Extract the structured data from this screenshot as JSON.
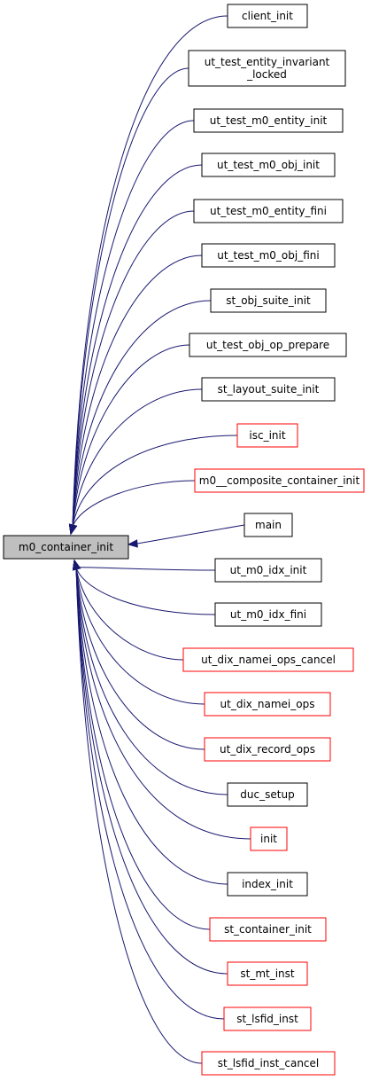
{
  "graph": {
    "colors": {
      "edge": "#191970",
      "root_fill": "#bfbfbf",
      "root_border": "#000000",
      "node_border_black": "#000000",
      "node_border_red": "#ff0000",
      "node_fill": "#ffffff"
    },
    "root": {
      "label": "m0_container_init"
    },
    "callers": [
      {
        "id": "client-init",
        "label": "client_init",
        "border": "black"
      },
      {
        "id": "ut-test-entity-invariant-locked",
        "label": "ut_test_entity_invariant\n_locked",
        "border": "black"
      },
      {
        "id": "ut-test-m0-entity-init",
        "label": "ut_test_m0_entity_init",
        "border": "black"
      },
      {
        "id": "ut-test-m0-obj-init",
        "label": "ut_test_m0_obj_init",
        "border": "black"
      },
      {
        "id": "ut-test-m0-entity-fini",
        "label": "ut_test_m0_entity_fini",
        "border": "black"
      },
      {
        "id": "ut-test-m0-obj-fini",
        "label": "ut_test_m0_obj_fini",
        "border": "black"
      },
      {
        "id": "st-obj-suite-init",
        "label": "st_obj_suite_init",
        "border": "black"
      },
      {
        "id": "ut-test-obj-op-prepare",
        "label": "ut_test_obj_op_prepare",
        "border": "black"
      },
      {
        "id": "st-layout-suite-init",
        "label": "st_layout_suite_init",
        "border": "black"
      },
      {
        "id": "isc-init",
        "label": "isc_init",
        "border": "red"
      },
      {
        "id": "m0-composite-container-init",
        "label": "m0__composite_container_init",
        "border": "red"
      },
      {
        "id": "main",
        "label": "main",
        "border": "black"
      },
      {
        "id": "ut-m0-idx-init",
        "label": "ut_m0_idx_init",
        "border": "black"
      },
      {
        "id": "ut-m0-idx-fini",
        "label": "ut_m0_idx_fini",
        "border": "black"
      },
      {
        "id": "ut-dix-namei-ops-cancel",
        "label": "ut_dix_namei_ops_cancel",
        "border": "red"
      },
      {
        "id": "ut-dix-namei-ops",
        "label": "ut_dix_namei_ops",
        "border": "red"
      },
      {
        "id": "ut-dix-record-ops",
        "label": "ut_dix_record_ops",
        "border": "red"
      },
      {
        "id": "duc-setup",
        "label": "duc_setup",
        "border": "black"
      },
      {
        "id": "init",
        "label": "init",
        "border": "red"
      },
      {
        "id": "index-init",
        "label": "index_init",
        "border": "black"
      },
      {
        "id": "st-container-init",
        "label": "st_container_init",
        "border": "red"
      },
      {
        "id": "st-mt-inst",
        "label": "st_mt_inst",
        "border": "red"
      },
      {
        "id": "st-lsfid-inst",
        "label": "st_lsfid_inst",
        "border": "red"
      },
      {
        "id": "st-lsfid-inst-cancel",
        "label": "st_lsfid_inst_cancel",
        "border": "red"
      }
    ]
  }
}
